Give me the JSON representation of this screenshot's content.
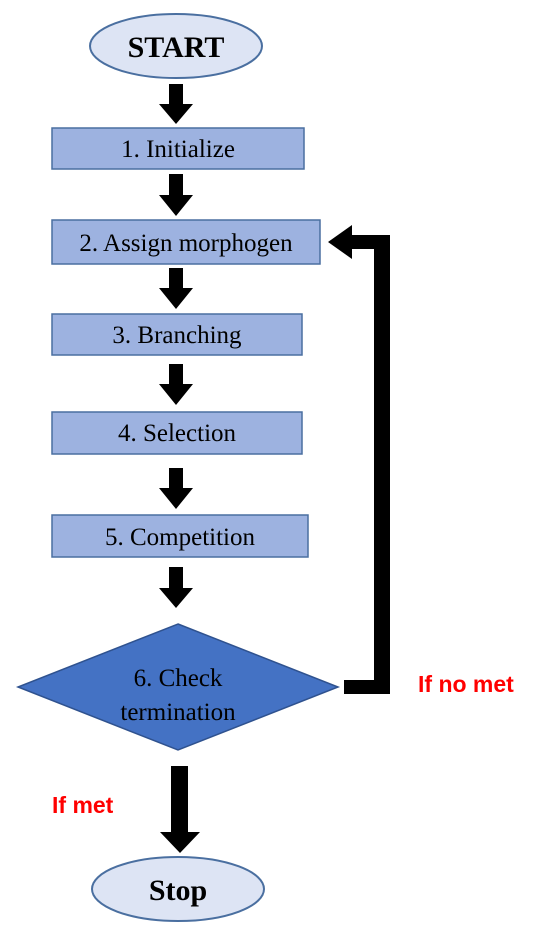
{
  "diagram": {
    "start_label": "START",
    "stop_label": "Stop",
    "steps": [
      "1. Initialize",
      "2. Assign morphogen",
      "3. Branching",
      "4. Selection",
      "5. Competition"
    ],
    "decision_line1": "6. Check",
    "decision_line2": "termination",
    "loop_label": "If no met",
    "exit_label": "If met"
  },
  "colors": {
    "terminal_fill": "#dde4f4",
    "step_fill": "#9db2e0",
    "decision_fill": "#4472c4",
    "arrow": "#000000",
    "condition_text": "#ff0000"
  }
}
